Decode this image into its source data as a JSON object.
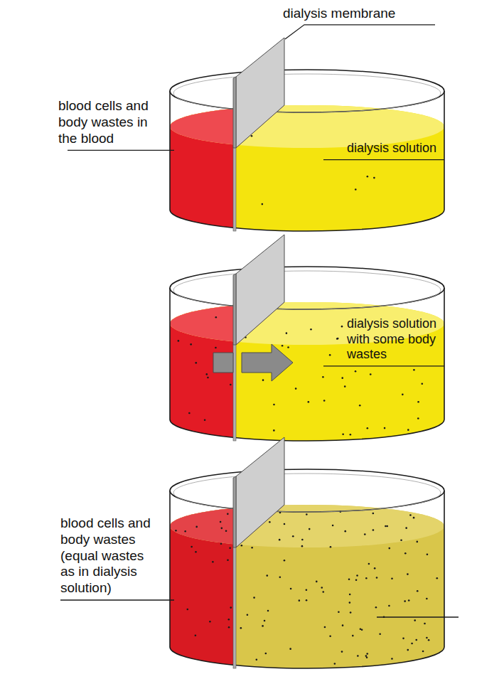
{
  "diagram": {
    "labels": [
      "dialysis membrane",
      "blood cells and body wastes in the blood",
      "dialysis solution",
      "dialysis solution with some body wastes",
      "blood cells and body wastes (equal wastes as in dialysis solution)"
    ]
  }
}
